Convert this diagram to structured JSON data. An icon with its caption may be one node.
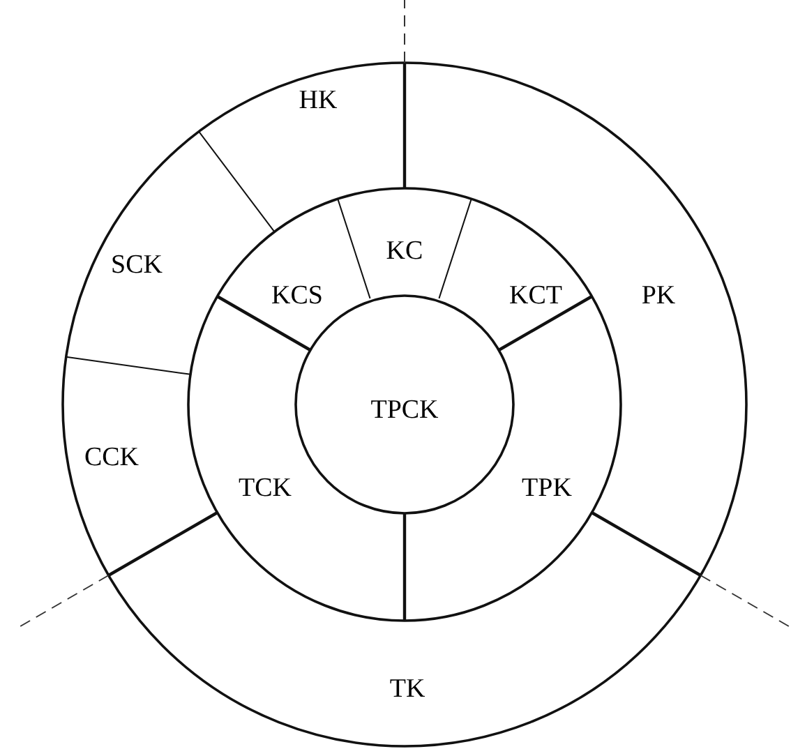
{
  "diagram": {
    "nodes": [
      {
        "text": [
          "HK"
        ]
      },
      {
        "text": [
          "SCK"
        ]
      },
      {
        "text": [
          "KC"
        ]
      },
      {
        "text": [
          "KCS"
        ]
      },
      {
        "text": [
          "KCT"
        ]
      },
      {
        "text": [
          "PK"
        ]
      },
      {
        "text": [
          "TPCK"
        ]
      },
      {
        "text": [
          "CCK"
        ]
      },
      {
        "text": [
          "TCK"
        ]
      },
      {
        "text": [
          "TPK"
        ]
      },
      {
        "text": [
          "TK"
        ]
      }
    ]
  }
}
